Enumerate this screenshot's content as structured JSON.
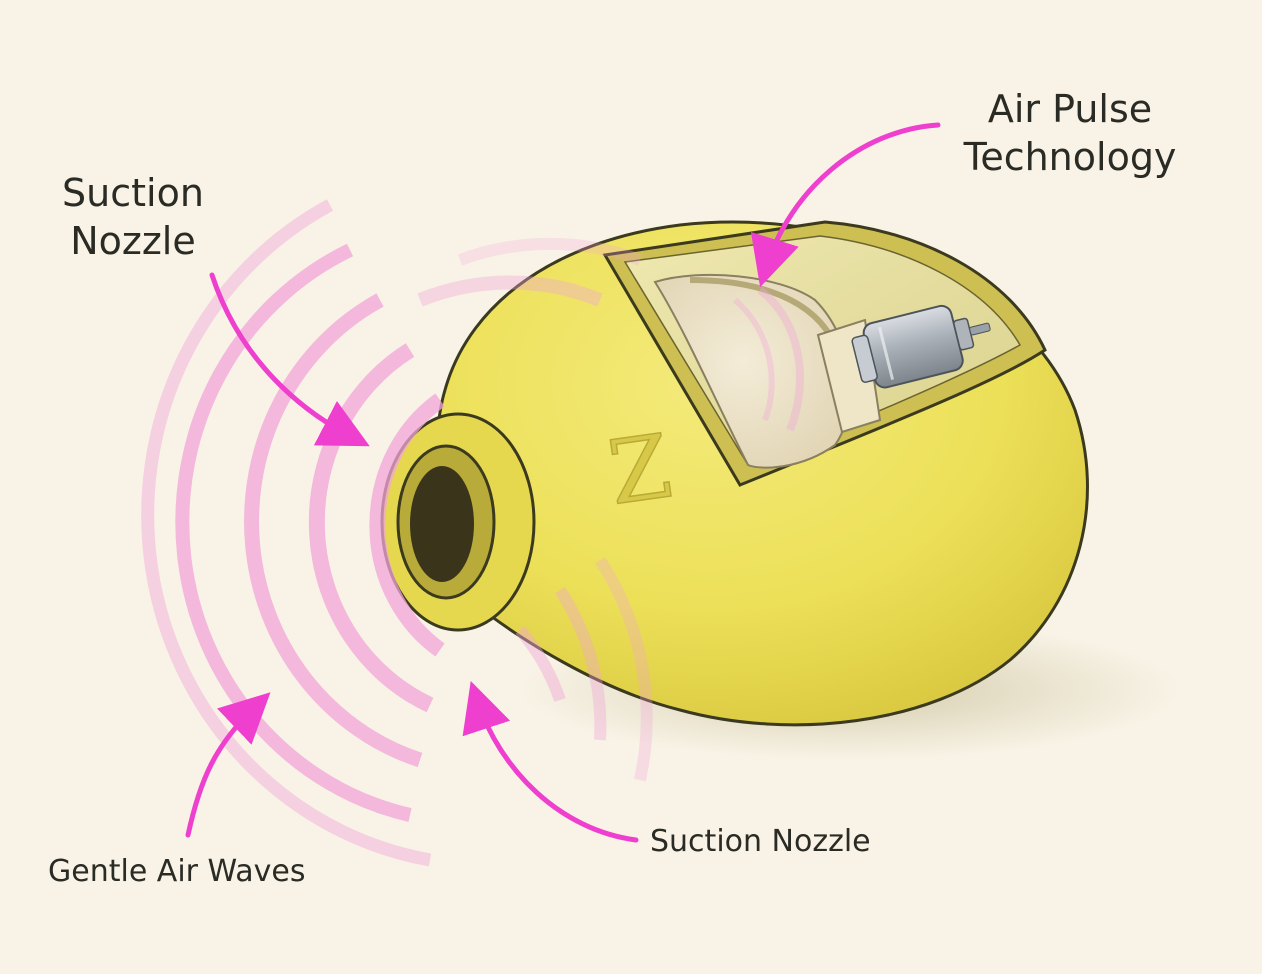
{
  "labels": {
    "suction_nozzle_top": {
      "line1": "Suction",
      "line2": "Nozzle"
    },
    "air_pulse": {
      "line1": "Air Pulse",
      "line2": "Technology"
    },
    "suction_nozzle_bottom": "Suction Nozzle",
    "gentle_air_waves": "Gentle Air Waves"
  },
  "emblem": "Z",
  "colors": {
    "background": "#f8f3e6",
    "body_yellow": "#ece058",
    "arrow_magenta": "#ee3fcf",
    "wave_pink": "#f2a5d9",
    "outline": "#3b3a1e"
  }
}
